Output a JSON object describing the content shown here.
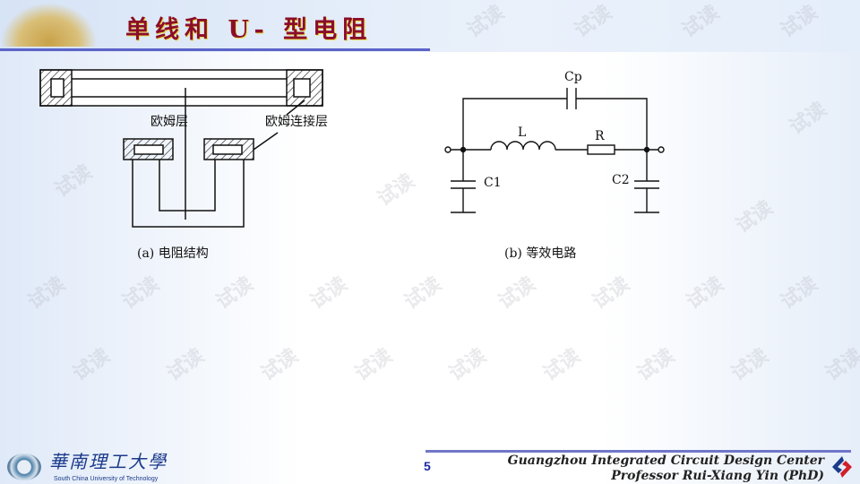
{
  "title": "单线和 U- 型电阻",
  "watermark": "试读",
  "figure_a": {
    "label_ohmic_layer": "欧姆层",
    "label_ohmic_contact_layer": "欧姆连接层",
    "caption": "(a) 电阻结构"
  },
  "figure_b": {
    "cp": "Cp",
    "l": "L",
    "r": "R",
    "c1": "C1",
    "c2": "C2",
    "caption": "(b) 等效电路"
  },
  "footer": {
    "university_cn": "華南理工大學",
    "university_en": "South China University of Technology",
    "page_number": "5",
    "center": "Guangzhou Integrated Circuit Design Center",
    "professor": "Professor Rui-Xiang Yin (PhD)"
  }
}
